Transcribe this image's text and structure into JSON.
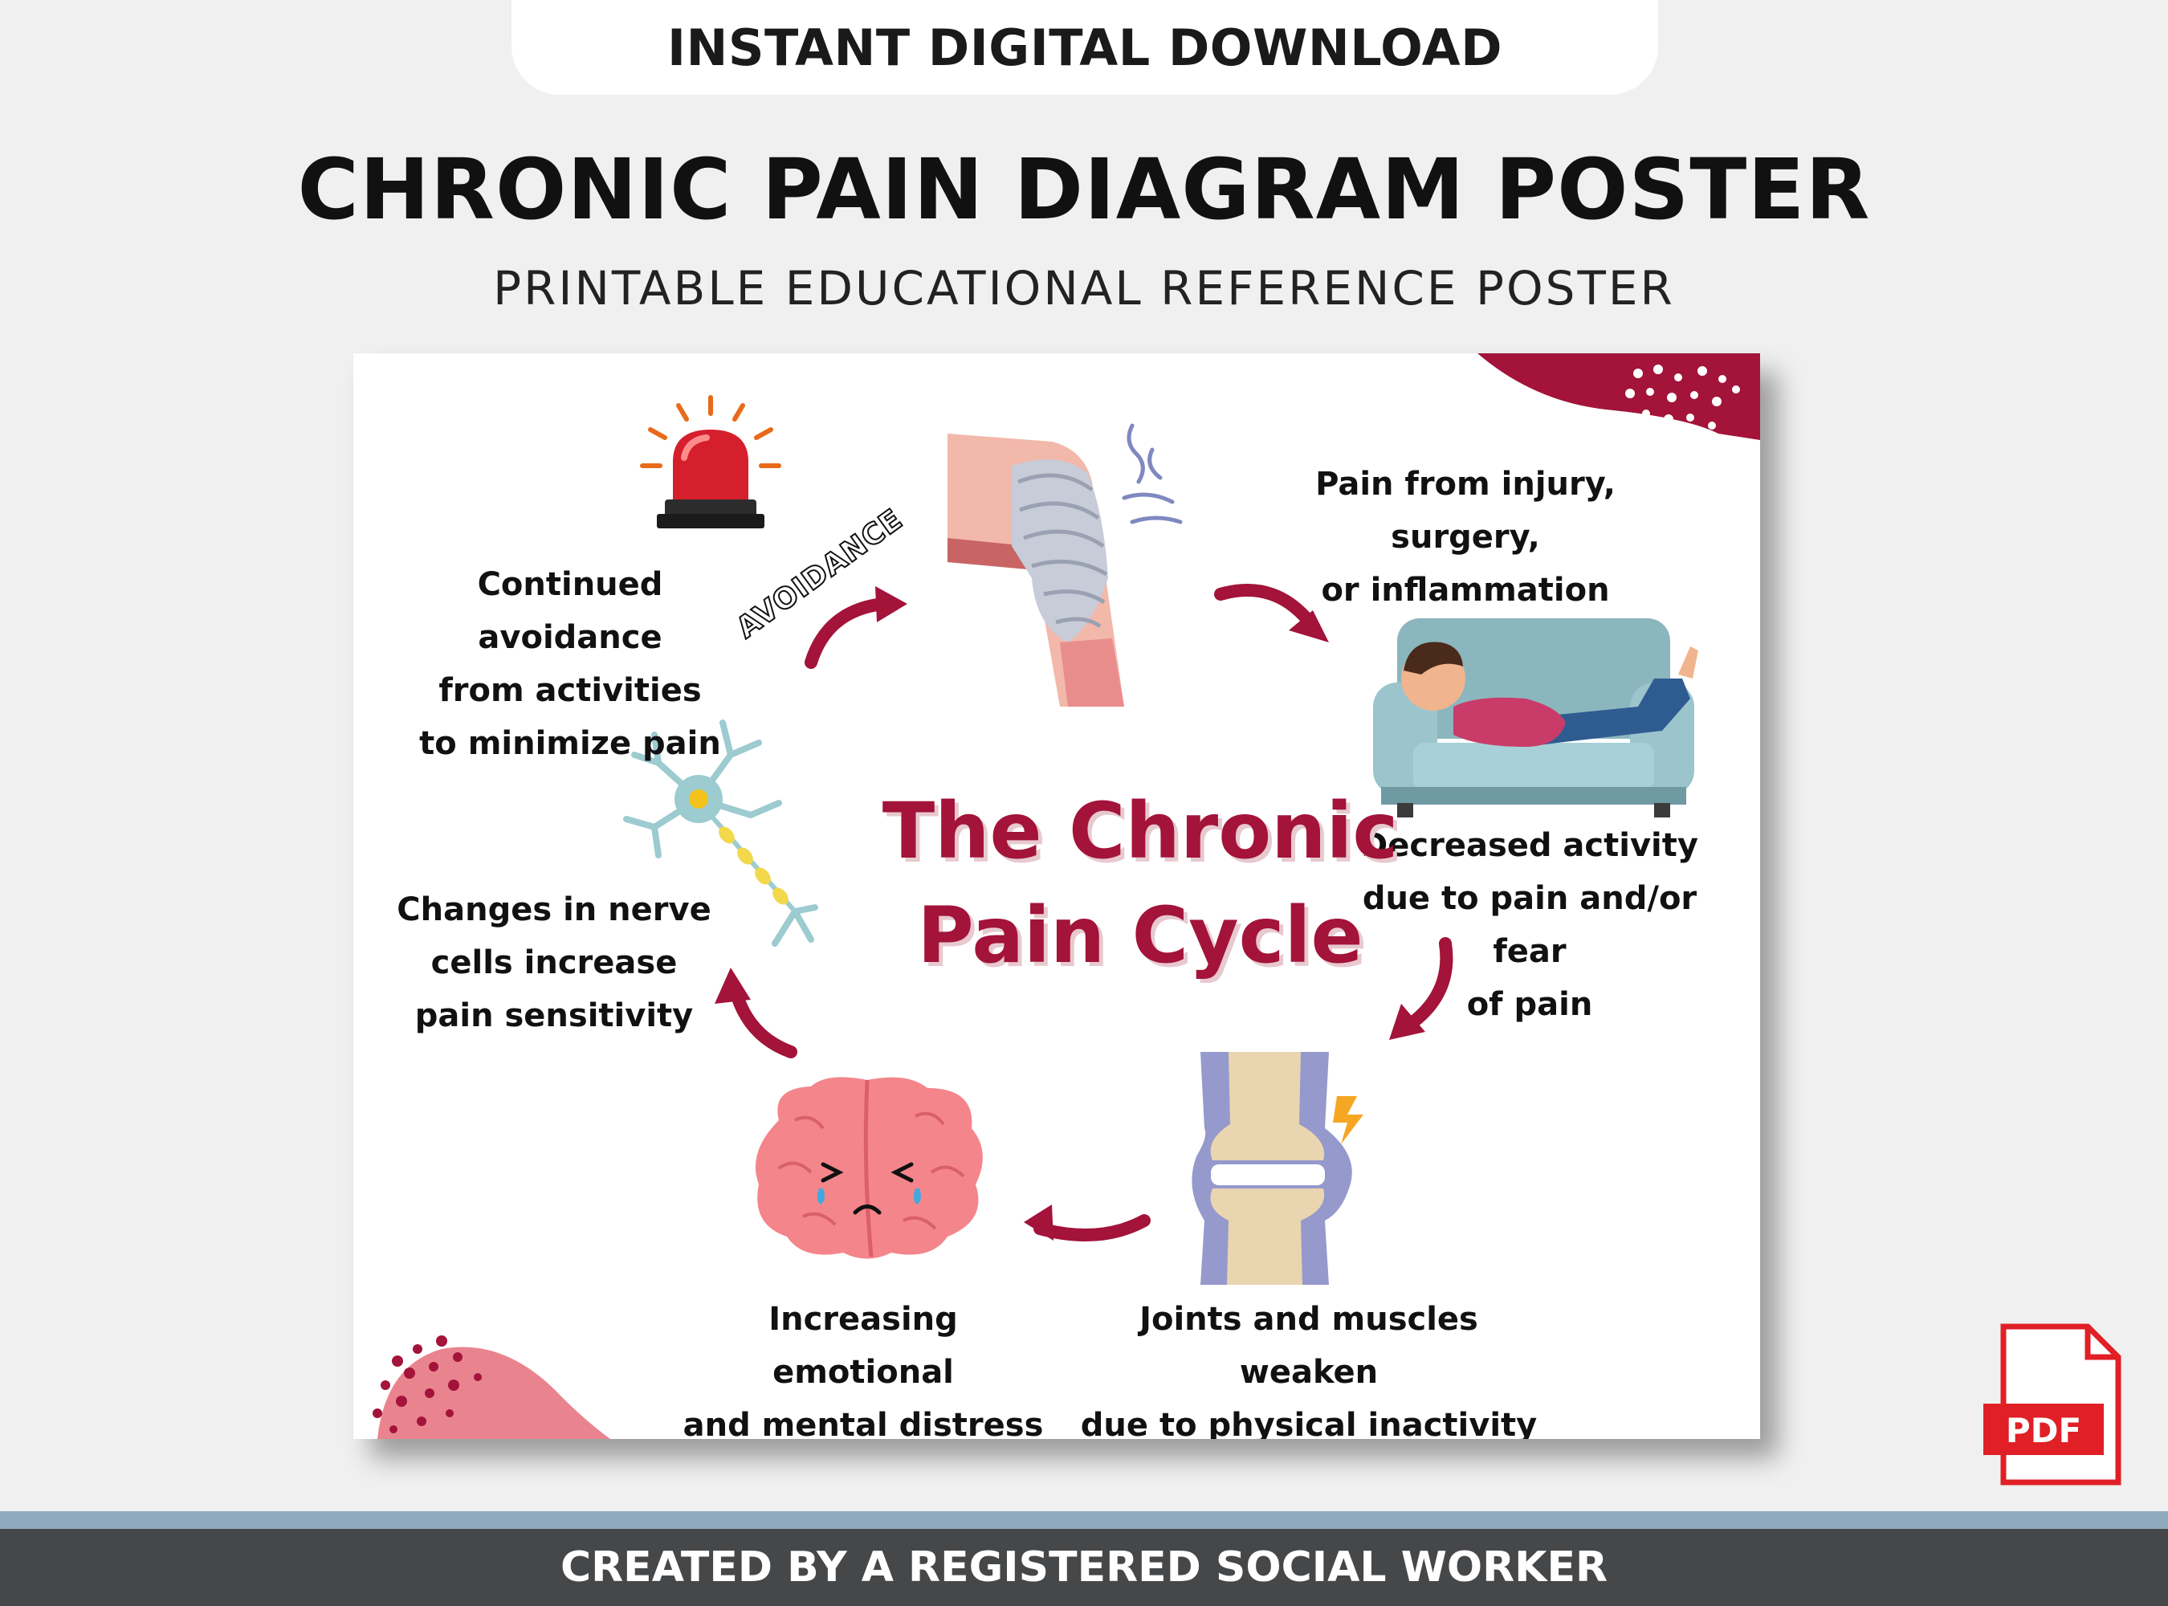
{
  "header": {
    "badge": "INSTANT DIGITAL DOWNLOAD",
    "title": "CHRONIC PAIN DIAGRAM POSTER",
    "subtitle": "PRINTABLE EDUCATIONAL REFERENCE POSTER"
  },
  "poster": {
    "center_title": "The Chronic\nPain Cycle",
    "avoidance_label": "AVOIDANCE",
    "steps": [
      {
        "text": "Pain from injury, surgery,\nor inflammation",
        "icon": "bandaged-knee-icon"
      },
      {
        "text": "Decreased activity\ndue to pain and/or fear\nof pain",
        "icon": "person-on-couch-icon"
      },
      {
        "text": "Joints and muscles weaken\ndue to physical inactivity",
        "icon": "knee-joint-icon"
      },
      {
        "text": "Increasing emotional\nand mental distress",
        "icon": "sad-brain-icon"
      },
      {
        "text": "Changes in nerve\ncells increase\npain sensitivity",
        "icon": "neuron-icon"
      },
      {
        "text": "Continued avoidance\nfrom activities\nto minimize pain",
        "icon": "alarm-siren-icon"
      }
    ],
    "colors": {
      "accent": "#a3133a",
      "arrow": "#a3133a",
      "blob_pink": "#e9848e"
    }
  },
  "pdf_badge": {
    "label": "PDF",
    "color": "#e01f26"
  },
  "footer": {
    "text": "CREATED BY A REGISTERED SOCIAL WORKER"
  }
}
